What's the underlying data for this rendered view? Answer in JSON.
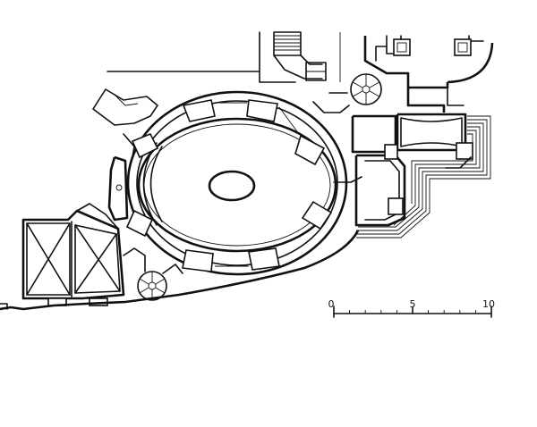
{
  "scale_bar": {
    "labels": [
      "0",
      "5",
      "10"
    ]
  }
}
